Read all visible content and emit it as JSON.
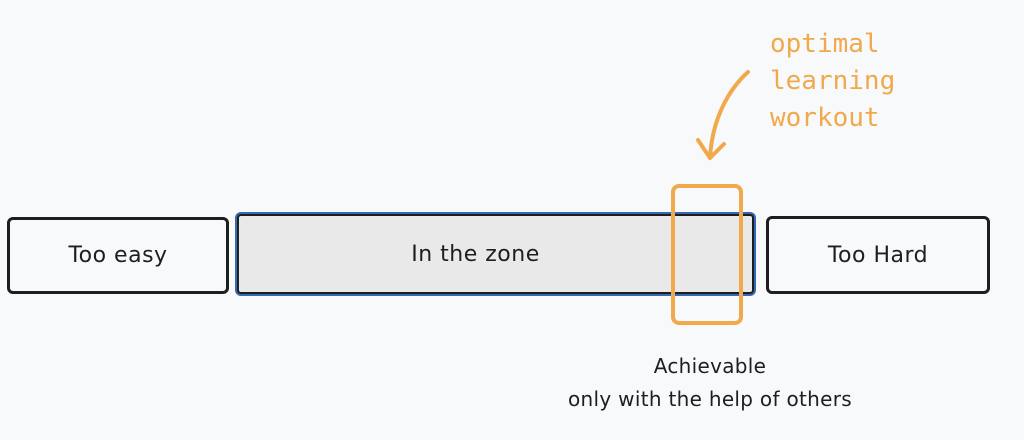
{
  "boxes": {
    "too_easy": "Too easy",
    "in_the_zone": "In the zone",
    "too_hard": "Too Hard"
  },
  "annotation": {
    "lines": [
      "optimal",
      "learning",
      "workout"
    ],
    "color": "#f0a94b"
  },
  "caption": {
    "lines": [
      "Achievable",
      "only with the help of others"
    ]
  },
  "colors": {
    "stroke": "#1e1e1e",
    "zone_fill": "#e9e9e9",
    "zone_selection": "#3568b8",
    "highlight": "#f0a94b",
    "background": "#f8f9fa"
  }
}
